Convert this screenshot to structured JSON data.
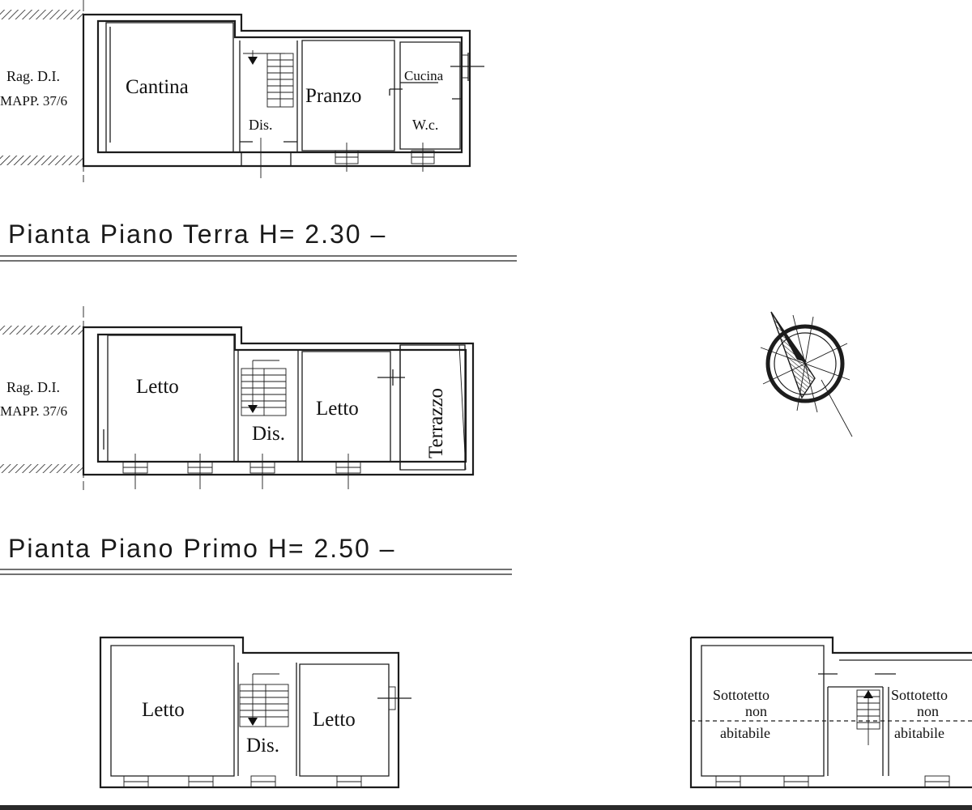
{
  "ground_floor": {
    "neighbor_label_1": "Rag. D.I.",
    "neighbor_label_2": "MAPP. 37/6",
    "rooms": {
      "cantina": "Cantina",
      "dis": "Dis.",
      "pranzo": "Pranzo",
      "cucina": "Cucina",
      "wc": "W.c."
    },
    "caption": "Pianta Piano Terra H= 2.30 –"
  },
  "first_floor": {
    "neighbor_label_1": "Rag. D.I.",
    "neighbor_label_2": "MAPP. 37/6",
    "rooms": {
      "letto_1": "Letto",
      "dis": "Dis.",
      "letto_2": "Letto",
      "terrazzo": "Terrazzo"
    },
    "caption": "Pianta Piano Primo H= 2.50 –"
  },
  "second_floor": {
    "rooms": {
      "letto_1": "Letto",
      "dis": "Dis.",
      "letto_2": "Letto"
    }
  },
  "attic": {
    "rooms": {
      "left_1": "Sottotetto",
      "left_2": "non",
      "left_3": "abitabile",
      "right_1": "Sottotetto",
      "right_2": "non",
      "right_3": "abitabile"
    }
  },
  "compass": {
    "icon": "north-arrow-icon"
  }
}
